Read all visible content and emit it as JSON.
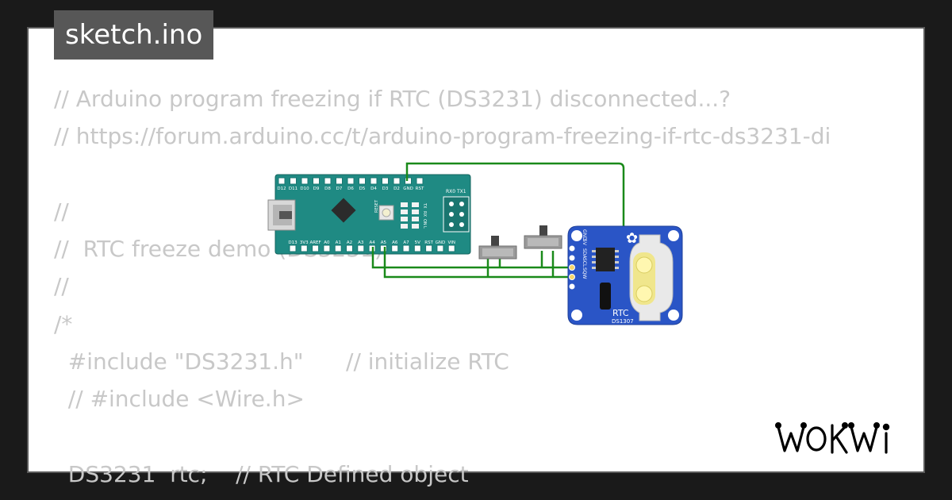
{
  "tab": {
    "filename": "sketch.ino"
  },
  "code": {
    "lines": [
      "// Arduino program freezing if RTC (DS3231) disconnected...?",
      "// https://forum.arduino.cc/t/arduino-program-freezing-if-rtc-ds3231-di",
      "",
      "//",
      "//  RTC freeze demo (DS3231)",
      "//",
      "/*",
      "  #include \"DS3231.h\"      // initialize RTC",
      "  // #include <Wire.h>",
      "",
      "  DS3231  rtc;    // RTC Defined object"
    ]
  },
  "board": {
    "top_pins": [
      "D12",
      "D11",
      "D10",
      "D9",
      "D8",
      "D7",
      "D6",
      "D5",
      "D4",
      "D3",
      "D2",
      "GND",
      "RST"
    ],
    "bottom_pins": [
      "D13",
      "3V3",
      "AREF",
      "A0",
      "A1",
      "A2",
      "A3",
      "A4",
      "A5",
      "A6",
      "A7",
      "5V",
      "RST",
      "GND",
      "VIN"
    ],
    "rx_tx": "RX0 TX1",
    "leds": [
      "TX",
      "RX",
      "ON",
      "L"
    ],
    "reset_label": "RESET"
  },
  "rtc_module": {
    "pins": [
      "GND",
      "5V",
      "SDA",
      "SCL",
      "SQW"
    ],
    "title": "RTC",
    "chip": "DS1307"
  },
  "brand": {
    "logo": "WOKWI"
  },
  "colors": {
    "background": "#1a1a1a",
    "card": "#ffffff",
    "code_text": "#c8c8c8",
    "tab": "#575757",
    "board": "#1f8a83",
    "rtc_board": "#2a55c6",
    "wire": "#1a8a1a"
  }
}
